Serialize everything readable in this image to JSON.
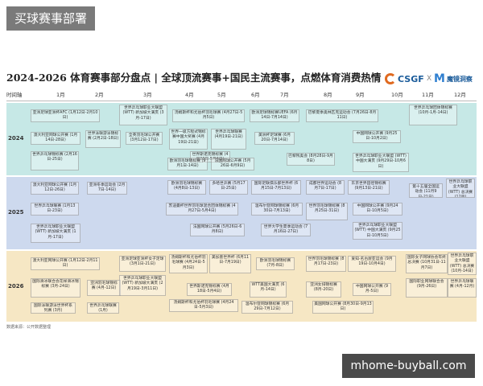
{
  "tag": "买球赛事部署",
  "title": "2024-2026 体育赛事部分盘点 | 全球顶流赛事+国民主流赛事，点燃体育消费热情",
  "logos": {
    "csgf": "CSGF",
    "csgf_sub": "中国体育用品联合会",
    "x": "X",
    "mj": "魔镜洞察"
  },
  "timeline": [
    "时间轴",
    "1月",
    "2月",
    "3月",
    "4月",
    "5月",
    "6月",
    "7月",
    "8月",
    "9月",
    "10月",
    "11月",
    "12月"
  ],
  "years": [
    "2024",
    "2025",
    "2026"
  ],
  "events": {
    "y2024": [
      "亚洲足球亚洲杯AFC (1月12日-2月10日)",
      "世界乒乓球职业大联盟 (WTT) 新加坡大满贯 (3月-17日)",
      "汤姆斯杯和尤伯杯羽毛球赛 (4月27日-5月5日)",
      "欧洲足球锦标赛UEFA (6月14日-7月14日)",
      "巴黎夏季奥林匹克运动会 (7月26日-8月11日)",
      "世界乒乓球团体锦标赛 (10月-1月-14日)",
      "澳大利亚网球公开赛 (1月14日-28日)",
      "世界泳联游泳锦标赛 (2月2日-18日)",
      "全英羽毛球公开赛 (3月12日-17日)",
      "世界一级方程式锦标赛中国大奖赛 (4月19日-21日)",
      "世界乒乓球联赛 (4月19日-21日)",
      "世界斯诺克锦标赛 (4月20日-5月6日)",
      "美洲杯足球赛 (6月20日-7月14日)",
      "世界乒乓球职业大联盟 (WTT) 中国大满贯 (9月29日-10月6日)",
      "中国网球公开赛 (9月25日-10月2日)",
      "世界乒乓球锦标赛 (2月16日-25日)",
      "欧洲羽毛球锦标赛 (9月1日-14日)",
      "法国网球公开赛 (5月26日-6月9日)",
      "巴黎残奥会 (8月28日-9月8日)"
    ],
    "y2025": [
      "澳大利亚网球公开赛 (1月12日-26日)",
      "亚洲冬季运动会 (2月7日-14日)",
      "欧洲羽毛球锦标赛 (4月8日-13日)",
      "多哈世乒赛 (5月17日-25日)",
      "国际足联俱乐部世界杯 (6月15日-7月13日)",
      "成都世界运动会 (8月7日-17日)",
      "东京世界田径锦标赛 (9月13日-21日)",
      "第十五届全国运动会 (11月9日-21日)",
      "世界乒乓球职业大联盟 (WTT) 总决赛 (12月)",
      "世界乒乓球联赛 (1月13日-23日)",
      "苏迪曼杯世界羽毛球混合团体锦标赛 (4月27日-5月4日)",
      "温布尔登网球锦标赛 (6月30日-7月13日)",
      "世界羽毛球锦标赛 (8月25日-31日)",
      "中国网球公开赛 (9月24日-10月5日)",
      "世界乒乓球职业大联盟 (WTT) 中国大满贯 (9月25日-10月5日)",
      "世界乒乓球职业大联盟 (WTT) 新加坡大满贯 (1月-17日)",
      "法国网球公开赛 (5月26日-6月8日)",
      "世界大学生夏季运动会 (7月16日-27日)"
    ],
    "y2026": [
      "澳大利亚网球公开赛 (1月12日-2月11日)",
      "亚洲足球亚洲杯女子足球 (3月1日-21日)",
      "汤姆斯杯和尤伯杯羽毛球赛 (4月24日-5月3日)",
      "美加墨世界杯 (6月11日-7月19日)",
      "欧洲羽毛球锦标赛 (7月-8日)",
      "世界羽毛球锦标赛 (8月17日-23日)",
      "爱知·名古屋亚运会 (9月19日-10月4日)",
      "国际女子网球协会年终总决赛 (10月31日-11月7日)",
      "世界乒乓球职业大联盟 (WTT) 总决赛 (10月-14日)",
      "国际滑冰联合会花样滑冰锦标赛 (3月-24日)",
      "亚洲羽毛球锦标赛 (4月-12日)",
      "世界斯诺克锦标赛 (4月18日-5月4日)",
      "WTT美国大满贯 (6月-14日)",
      "亚洲女排锦标赛 (8月-20日)",
      "中国网球公开赛 (9月-5日)",
      "国际职业网球联合会 (9月-26日)",
      "世界乒乓球联赛 (4月-12月)",
      "世界乒乓球职业大联盟 (WTT) 新加坡大满贯 (2月19日-3月11日)",
      "汤姆斯杯和尤伯杯羽毛球赛 (4月24日-5月3日)",
      "温布尔登网球锦标赛 (6月29日-7月12日)",
      "美国网球公开赛 (8月30日-9月13日)",
      "国际泳联游泳世界杯系列赛 (3月)",
      "世界乒乓球联赛 (1月)"
    ]
  },
  "source": "数据来源：公开数据整理",
  "watermark": "mhome-buyball.com"
}
